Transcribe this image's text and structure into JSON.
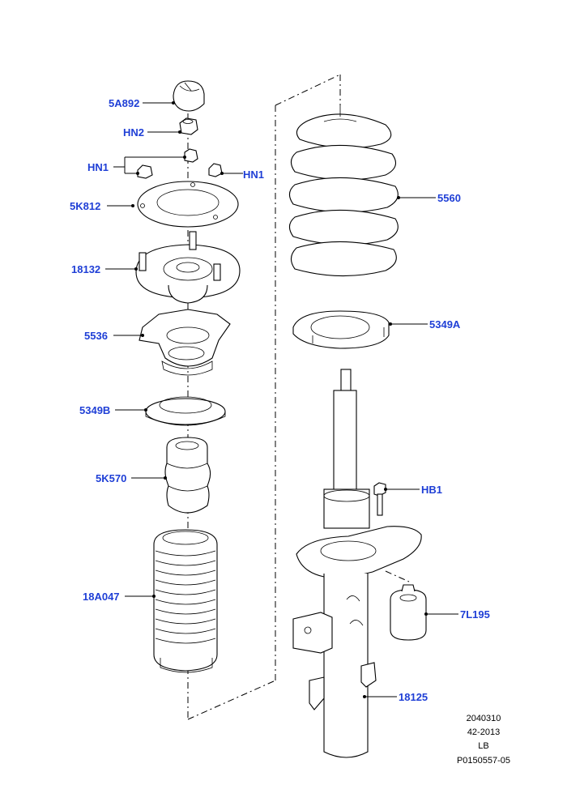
{
  "labels": {
    "top_mount_cap": "5A892",
    "nut_hn2": "HN2",
    "nuts_hn1_left": "HN1",
    "nut_hn1_right": "HN1",
    "insulator_plate": "5K812",
    "top_mount": "18132",
    "spring_seat_upper": "5536",
    "bearing": "5349B",
    "bump_stop": "5K570",
    "dust_boot": "18A047",
    "coil_spring": "5560",
    "spring_seat_lower": "5349A",
    "bolt_hb1": "HB1",
    "bush": "7L195",
    "strut": "18125"
  },
  "footer": {
    "line1": "2040310",
    "line2": "42-2013",
    "line3": "LB",
    "line4": "P0150557-05"
  },
  "colors": {
    "label": "#1f3fd6",
    "line": "#000000"
  }
}
